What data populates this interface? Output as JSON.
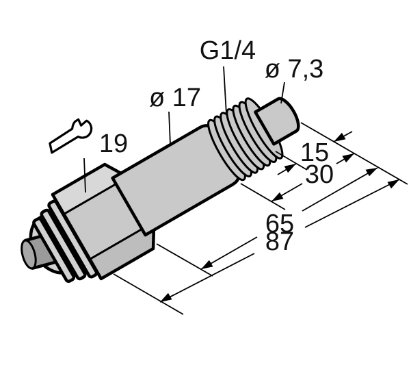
{
  "labels": {
    "thread_size": "G1/4",
    "tip_diameter": "ø 7,3",
    "body_diameter": "ø 17",
    "wrench_size": "19"
  },
  "dimensions": {
    "tip_length": "15",
    "thread_section_length": "30",
    "shaft_length": "65",
    "total_length": "87"
  },
  "icons": {
    "wrench": "open-end-wrench"
  },
  "colors": {
    "outline": "#000000",
    "body-fill": "#c9c9c9",
    "face-light": "#d8d8d8",
    "face-dark": "#bdbdbd",
    "washer-fill": "#d2d2d2",
    "cable-fill": "#9b9b9b",
    "cable-end-fill": "#a8a8a8",
    "icon-fill": "#ffffff",
    "text": "#111111",
    "background": "#ffffff"
  }
}
